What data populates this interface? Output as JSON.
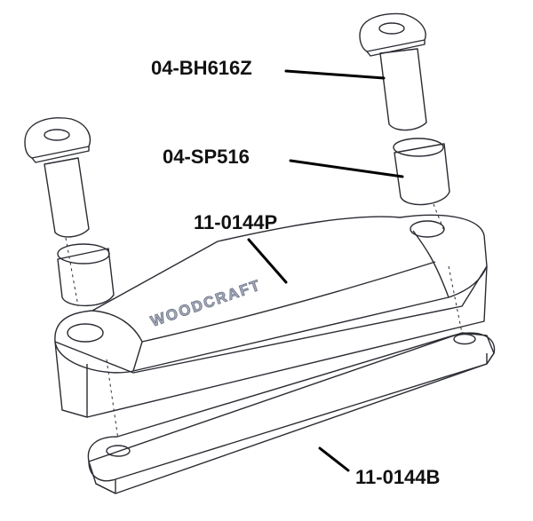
{
  "diagram": {
    "parts": [
      {
        "id": "bolt",
        "label": "04-BH616Z"
      },
      {
        "id": "spacer",
        "label": "04-SP516"
      },
      {
        "id": "bracket",
        "label": "11-0144P"
      },
      {
        "id": "backing_plate",
        "label": "11-0144B"
      }
    ],
    "engraving": "WOODCRAFT"
  },
  "colors": {
    "part_fill": "#c9cedd",
    "part_face": "#dde1ea",
    "part_shadow": "#9ea4b6",
    "bolt_head": "#e8e8ea",
    "bolt_thread": "#8c8f94",
    "outline": "#2a2c33",
    "text": "#111111"
  }
}
